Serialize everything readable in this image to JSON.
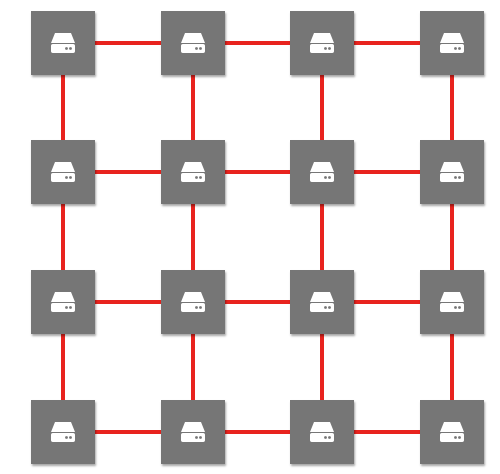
{
  "diagram": {
    "type": "mesh-grid",
    "rows": 4,
    "columns": 4,
    "node_icon": "server-drive-icon",
    "colors": {
      "background": "#ffffff",
      "node_fill": "#767676",
      "icon": "#ffffff",
      "link": "#e8231e"
    }
  }
}
